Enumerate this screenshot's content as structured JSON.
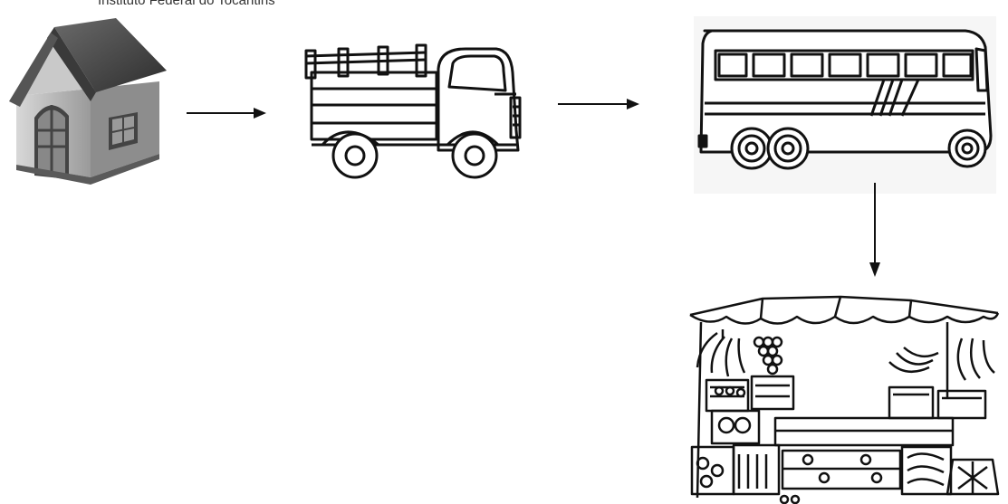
{
  "header": {
    "text": "Instituto Federal do Tocantins"
  },
  "flow": {
    "nodes": [
      {
        "id": "house",
        "icon": "house-icon"
      },
      {
        "id": "truck",
        "icon": "truck-icon"
      },
      {
        "id": "bus",
        "icon": "bus-icon"
      },
      {
        "id": "market",
        "icon": "market-stall-icon"
      }
    ],
    "edges": [
      {
        "from": "house",
        "to": "truck"
      },
      {
        "from": "truck",
        "to": "bus"
      },
      {
        "from": "bus",
        "to": "market"
      }
    ]
  },
  "colors": {
    "roof": "#4a4a4a",
    "wall": "#bdbdbd",
    "line": "#111111",
    "background": "#ffffff"
  }
}
